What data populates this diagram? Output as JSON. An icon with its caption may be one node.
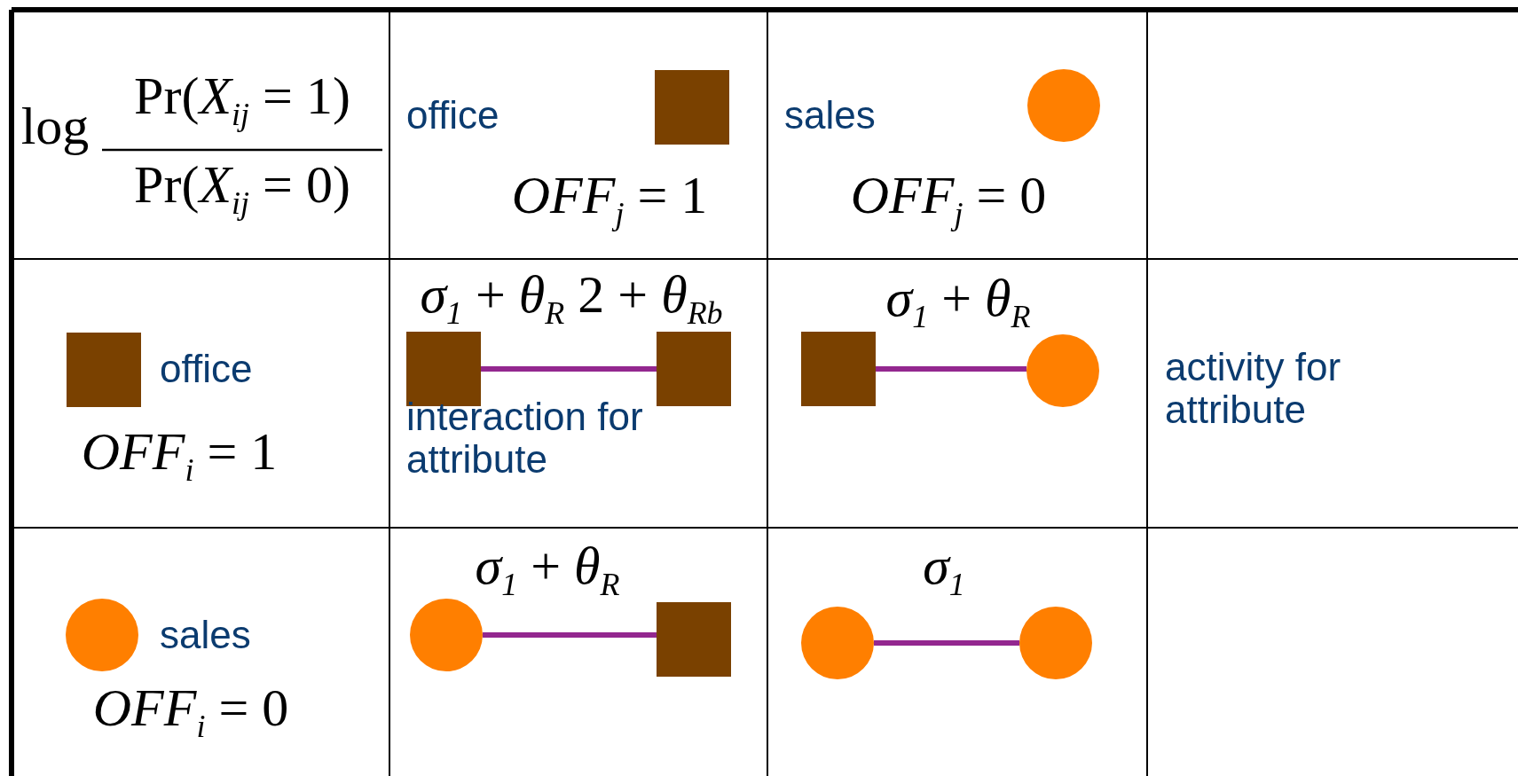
{
  "diagram": {
    "nodes": [
      {
        "text": [],
        "shape": "box"
      },
      {
        "text": [],
        "shape": "circle"
      },
      {
        "text": [],
        "shape": "box"
      },
      {
        "text": [],
        "shape": "box"
      },
      {
        "text": [],
        "shape": "box"
      },
      {
        "text": [],
        "shape": "box"
      },
      {
        "text": [],
        "shape": "circle"
      },
      {
        "text": [],
        "shape": "circle"
      },
      {
        "text": [],
        "shape": "circle"
      },
      {
        "text": [],
        "shape": "box"
      },
      {
        "text": [],
        "shape": "circle"
      },
      {
        "text": [],
        "shape": "circle"
      }
    ],
    "edges": [
      {
        "from": 3,
        "to": 4,
        "arrow": "none"
      },
      {
        "from": 5,
        "to": 6,
        "arrow": "none"
      },
      {
        "from": 8,
        "to": 9,
        "arrow": "none"
      },
      {
        "from": 10,
        "to": 11,
        "arrow": "none"
      }
    ],
    "labels": [
      "log",
      "Pr(*X*$_{ij}$ = 1)",
      "Pr(*X*$_{ij}$ = 0)",
      "office",
      "*OFF*$_{j}$ = 1",
      "sales",
      "*OFF*$_{j}$ = 0",
      "office",
      "*OFF*$_{i}$ = 1",
      "*σ*$_{1}$ + *θ*$_{R}$ 2 + *θ*$_{Rb}$",
      "interaction for attribute",
      "*σ*$_{1}$ + *θ*$_{R}$",
      "activity for attribute",
      "sales",
      "*OFF*$_{i}$ = 0",
      "*σ*$_{1}$ + *θ*$_{R}$",
      "*σ*$_{1}$"
    ]
  }
}
